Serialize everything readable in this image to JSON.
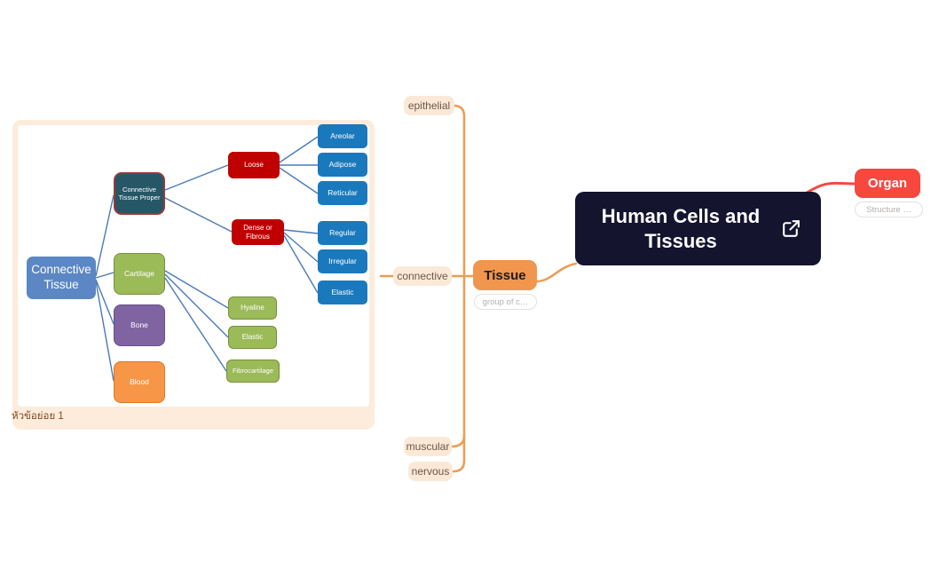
{
  "mindmap": {
    "central": {
      "label": "Human Cells and Tissues",
      "icon": "external-link-icon",
      "bg": "#14142f"
    },
    "organ": {
      "label": "Organ",
      "note": "Structure …",
      "bg": "#f6483f"
    },
    "tissue": {
      "label": "Tissue",
      "note": "group of c…",
      "bg": "#f0964e"
    },
    "tissue_children": [
      {
        "label": "epithelial"
      },
      {
        "label": "connective"
      },
      {
        "label": "muscular"
      },
      {
        "label": "nervous"
      }
    ],
    "colors": {
      "branch_line_orange": "#eb9e58",
      "branch_line_red": "#f6483f",
      "child_pill_bg": "#fbe9d7",
      "child_pill_text": "#6d5746"
    }
  },
  "attachment": {
    "caption": "หัวข้อย่อย 1",
    "frame_color": "#fdecdb",
    "connector_color": "#4a7ab8",
    "nodes": [
      {
        "id": "connective-tissue",
        "label": "Connective Tissue",
        "color": "#5b87c4"
      },
      {
        "id": "connective-tissue-proper",
        "label": "Connective Tissue Proper",
        "color": "#265767"
      },
      {
        "id": "loose",
        "label": "Loose",
        "color": "#c00000"
      },
      {
        "id": "dense-or-fibrous",
        "label": "Dense or Fibrous",
        "color": "#c00000"
      },
      {
        "id": "areolar",
        "label": "Areolar",
        "color": "#1a79bd"
      },
      {
        "id": "adipose",
        "label": "Adipose",
        "color": "#1a79bd"
      },
      {
        "id": "reticular",
        "label": "Reticular",
        "color": "#1a79bd"
      },
      {
        "id": "regular",
        "label": "Regular",
        "color": "#1a79bd"
      },
      {
        "id": "irregular",
        "label": "Irregular",
        "color": "#1a79bd"
      },
      {
        "id": "elastic-fibrous",
        "label": "Elastic",
        "color": "#1a79bd"
      },
      {
        "id": "cartilage",
        "label": "Cartilage",
        "color": "#9bba58"
      },
      {
        "id": "hyaline",
        "label": "Hyaline",
        "color": "#9bba58"
      },
      {
        "id": "elastic-cartilage",
        "label": "Elastic",
        "color": "#9bba58"
      },
      {
        "id": "fibrocartilage",
        "label": "Fibrocartilage",
        "color": "#9bba58"
      },
      {
        "id": "bone",
        "label": "Bone",
        "color": "#8064a2"
      },
      {
        "id": "blood",
        "label": "Blood",
        "color": "#f79646"
      }
    ]
  }
}
